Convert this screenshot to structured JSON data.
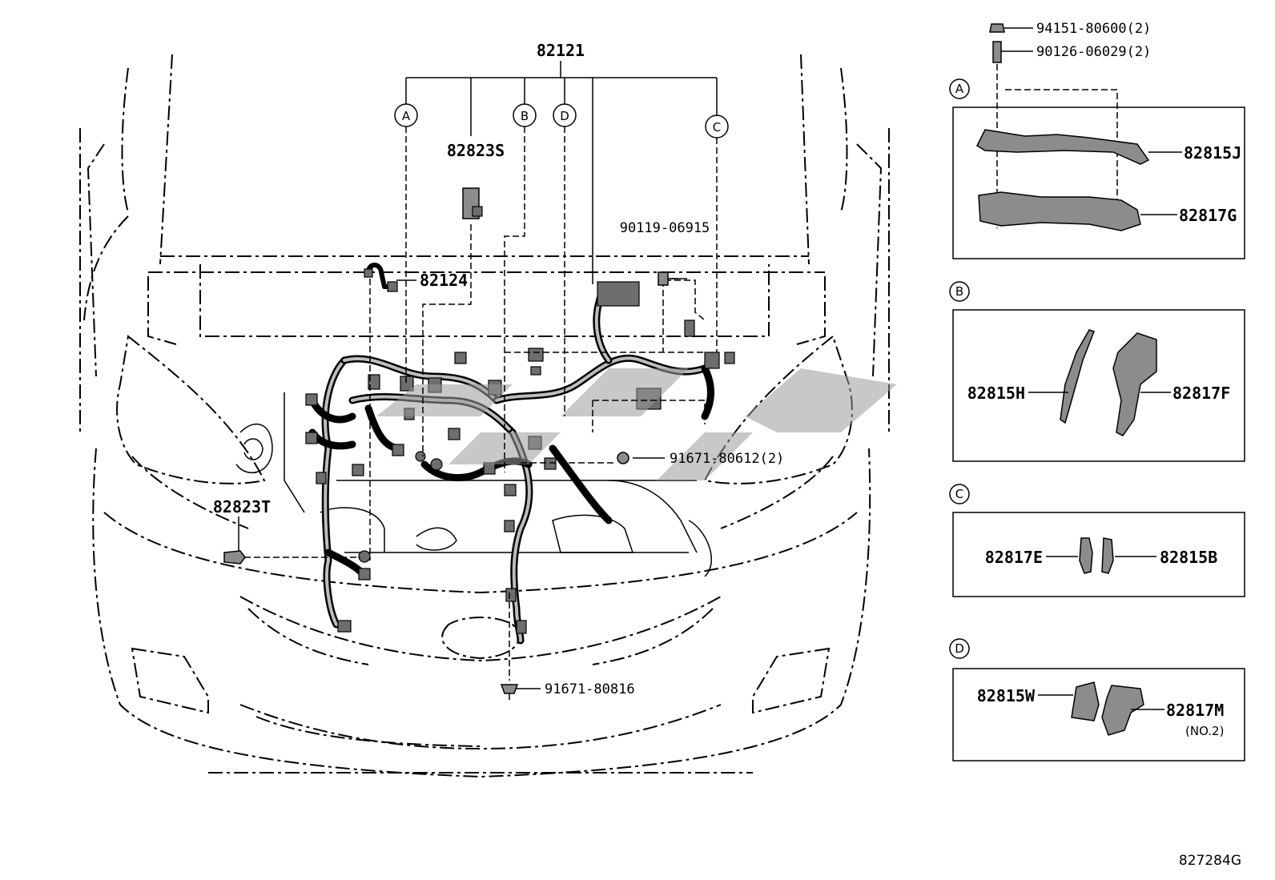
{
  "diagram": {
    "main_label": "82121",
    "callout_letters": [
      "A",
      "B",
      "C",
      "D"
    ],
    "part_labels": {
      "p82823S": "82823S",
      "p90119": "90119-06915",
      "p82124": "82124",
      "p91671_2": "91671-80612(2)",
      "p82823T": "82823T",
      "p91671": "91671-80816"
    },
    "detail_top": {
      "nut": "94151-80600(2)",
      "stud": "90126-06029(2)"
    },
    "panels": {
      "A": {
        "letter": "A",
        "parts": [
          "82815J",
          "82817G"
        ]
      },
      "B": {
        "letter": "B",
        "parts": [
          "82815H",
          "82817F"
        ]
      },
      "C": {
        "letter": "C",
        "parts": [
          "82817E",
          "82815B"
        ]
      },
      "D": {
        "letter": "D",
        "parts": [
          "82815W",
          "82817M"
        ],
        "note": "(NO.2)"
      }
    },
    "figure_code": "827284G"
  }
}
